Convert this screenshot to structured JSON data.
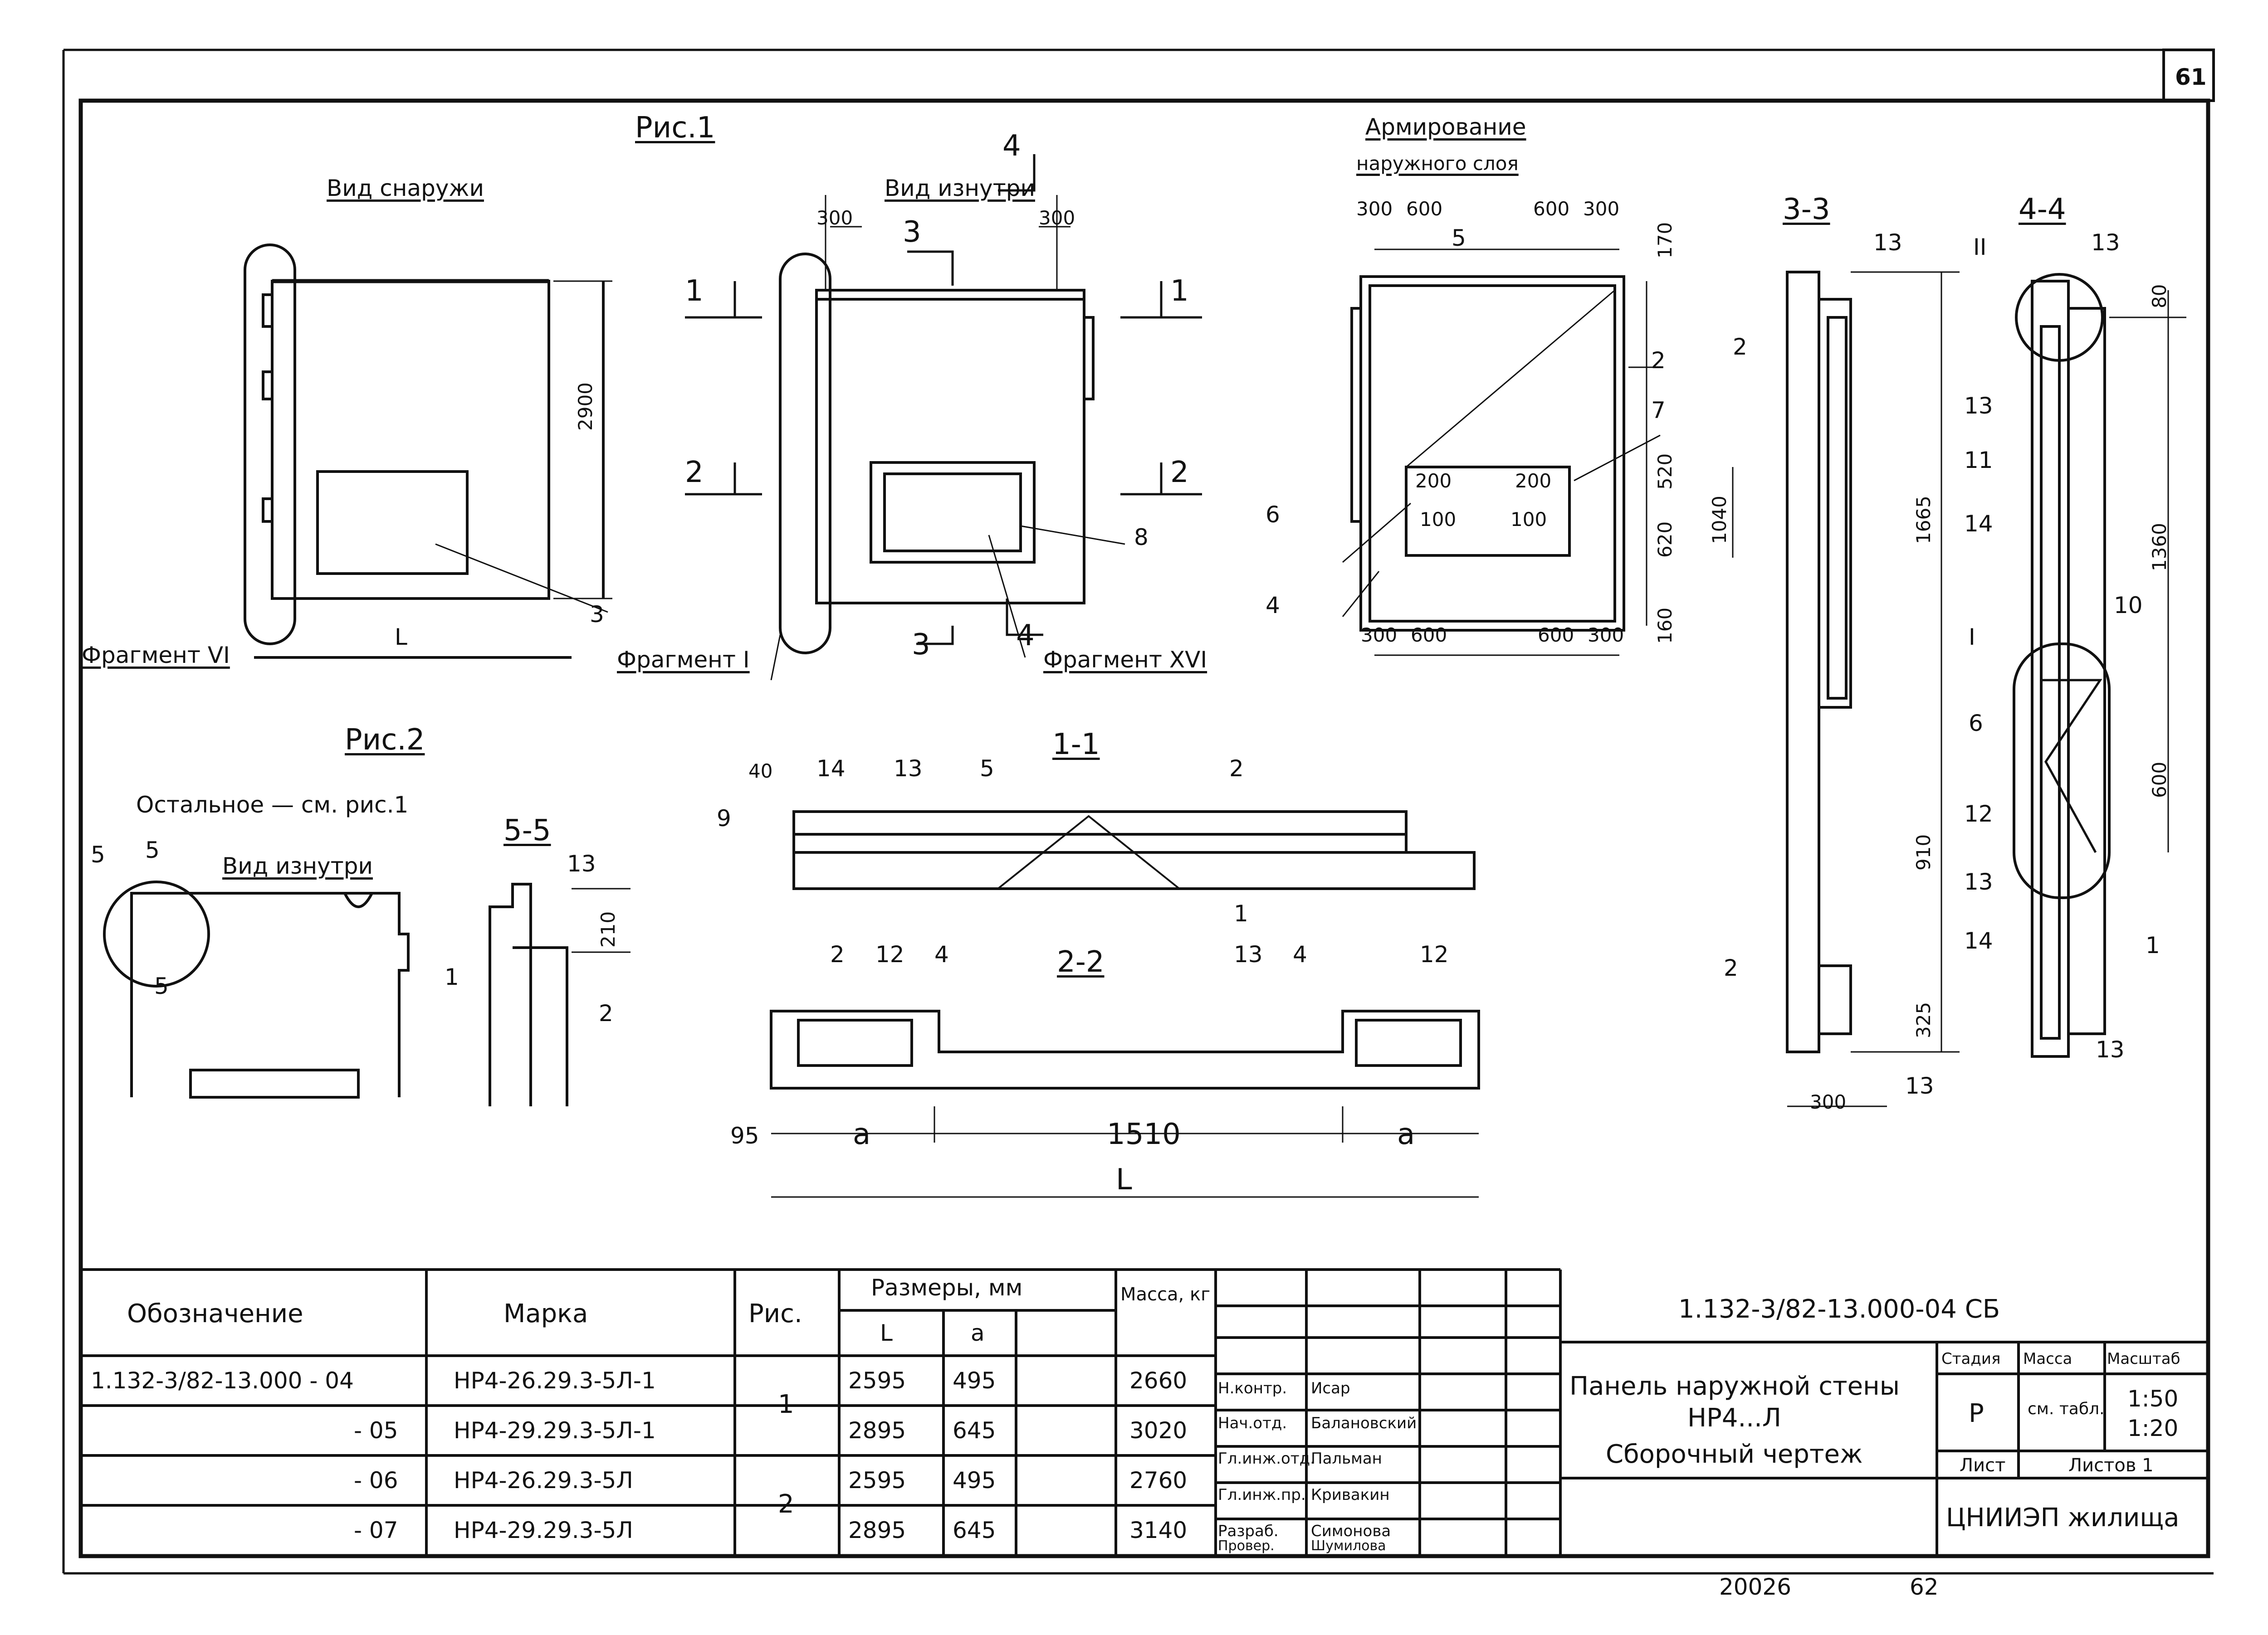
{
  "sheet": {
    "sheet_no": "61",
    "footer_left": "20026",
    "footer_right": "62"
  },
  "fig1": {
    "title": "Рис.1",
    "view_outside": "Вид снаружи",
    "view_inside": "Вид изнутри",
    "fragment_vi": "Фрагмент VI",
    "fragment_i": "Фрагмент I",
    "fragment_xvi": "Фрагмент XVI",
    "dim_2900": "2900",
    "dim_L": "L",
    "dim_300_left": "300",
    "dim_300_right": "300",
    "callout_3": "3",
    "callout_8": "8",
    "sec_1_left": "1",
    "sec_1_right": "1",
    "sec_2_left": "2",
    "sec_2_right": "2",
    "sec_3_top": "3",
    "sec_3_bottom": "3",
    "sec_4_top": "4",
    "sec_4_bottom": "4"
  },
  "reinforcement": {
    "title_line1": "Армирование",
    "title_line2": "наружного слоя",
    "dims_top": [
      "300",
      "600",
      "600",
      "300"
    ],
    "dims_bottom": [
      "300",
      "600",
      "600",
      "300"
    ],
    "dims_right": [
      "170",
      "520",
      "620",
      "160"
    ],
    "dim_1040": "1040",
    "dims_inner_top": [
      "200",
      "200"
    ],
    "dims_inner_bottom": [
      "100",
      "100"
    ],
    "callouts": [
      "5",
      "2",
      "7",
      "6",
      "4"
    ]
  },
  "section_33": {
    "title": "3-3",
    "dims": [
      "1665",
      "910",
      "325"
    ],
    "dim_width": "300",
    "callouts": [
      "2",
      "13",
      "2",
      "13"
    ]
  },
  "section_44": {
    "title": "4-4",
    "roman_ii": "II",
    "roman_i": "I",
    "dims": [
      "80",
      "1360",
      "600"
    ],
    "callouts": [
      "13",
      "13",
      "11",
      "14",
      "10",
      "6",
      "12",
      "13",
      "14",
      "1",
      "13"
    ]
  },
  "fig2": {
    "title": "Рис.2",
    "note": "Остальное — см. рис.1",
    "view_inside": "Вид изнутри",
    "callout_5a": "5",
    "callout_5b": "5",
    "callout_5c": "5"
  },
  "section_55": {
    "title": "5-5",
    "dim_210": "210",
    "callouts": [
      "13",
      "1",
      "2"
    ]
  },
  "section_11": {
    "title": "1-1",
    "dim_40": "40",
    "callouts": [
      "9",
      "14",
      "13",
      "5",
      "2",
      "1"
    ]
  },
  "section_22": {
    "title": "2-2",
    "callouts": [
      "2",
      "12",
      "4",
      "13",
      "4",
      "12"
    ],
    "dim_95": "95",
    "dim_a_left": "a",
    "dim_1510": "1510",
    "dim_a_right": "a",
    "dim_L": "L"
  },
  "spec_table": {
    "col_designation": "Обозначение",
    "col_mark": "Марка",
    "col_fig": "Рис.",
    "col_dims": "Размеры, мм",
    "col_L": "L",
    "col_a": "a",
    "col_mass": "Масса, кг",
    "rows": [
      {
        "designation": "1.132-3/82-13.000 - 04",
        "mark": "НР4-26.29.3-5Л-1",
        "L": "2595",
        "a": "495",
        "mass": "2660"
      },
      {
        "designation": "- 05",
        "mark": "НР4-29.29.3-5Л-1",
        "L": "2895",
        "a": "645",
        "mass": "3020"
      },
      {
        "designation": "- 06",
        "mark": "НР4-26.29.3-5Л",
        "L": "2595",
        "a": "495",
        "mass": "2760"
      },
      {
        "designation": "- 07",
        "mark": "НР4-29.29.3-5Л",
        "L": "2895",
        "a": "645",
        "mass": "3140"
      }
    ],
    "fig_groups": [
      "1",
      "2"
    ]
  },
  "title_block": {
    "doc_code": "1.132-3/82-13.000-04 СБ",
    "title_line1": "Панель наружной стены",
    "title_line2": "НР4...Л",
    "title_line3": "Сборочный чертеж",
    "stage_label": "Стадия",
    "mass_label": "Масса",
    "scale_label": "Масштаб",
    "stage_value": "Р",
    "mass_value": "см. табл.",
    "scale_value1": "1:50",
    "scale_value2": "1:20",
    "sheet_label": "Лист",
    "sheets_label": "Листов 1",
    "org": "ЦНИИЭП жилища",
    "signatures": [
      {
        "role": "Н.контр.",
        "name": "Исар"
      },
      {
        "role": "Нач.отд.",
        "name": "Балановский"
      },
      {
        "role": "Гл.инж.отд.",
        "name": "Пальман"
      },
      {
        "role": "Гл.инж.пр.",
        "name": "Кривакин"
      },
      {
        "role": "Разраб.",
        "name": "Симонова"
      },
      {
        "role": "Провер.",
        "name": "Шумилова"
      }
    ]
  }
}
